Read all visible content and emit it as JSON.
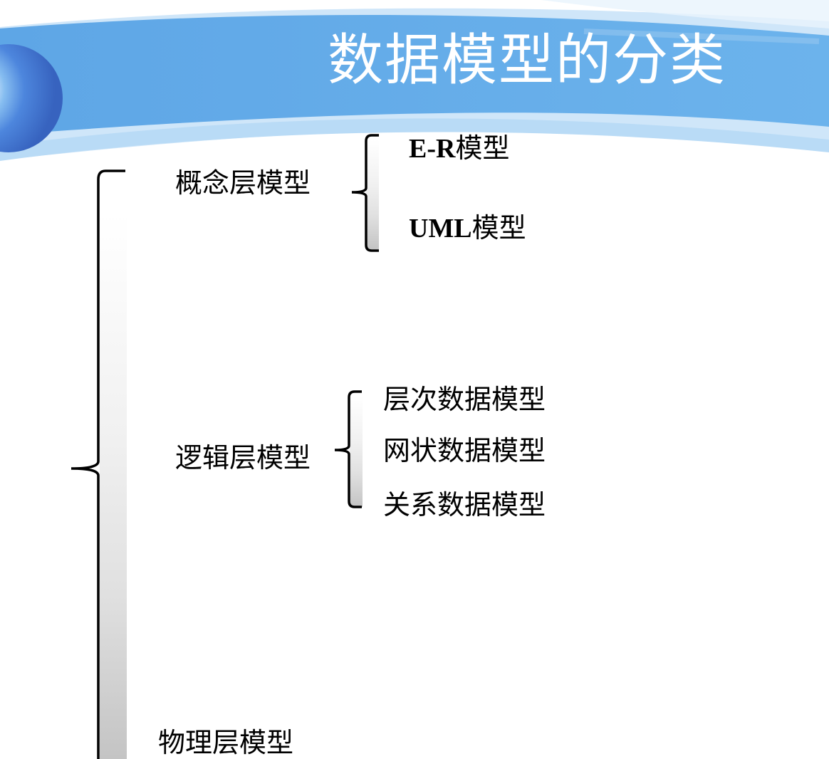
{
  "slide": {
    "title": "数据模型的分类"
  },
  "diagram": {
    "levels": [
      {
        "label": "概念层模型",
        "children": [
          {
            "prefix": "E-R",
            "suffix": "模型"
          },
          {
            "prefix": "UML",
            "suffix": "模型"
          }
        ]
      },
      {
        "label": "逻辑层模型",
        "children": [
          {
            "text": "层次数据模型"
          },
          {
            "text": "网状数据模型"
          },
          {
            "text": "关系数据模型"
          }
        ]
      },
      {
        "label": "物理层模型"
      }
    ]
  },
  "colors": {
    "banner_blue": "#63a9e6",
    "banner_light": "#bfe0f8",
    "orb_dark": "#3a6fcb",
    "text": "#000000",
    "title_text": "#ffffff"
  }
}
